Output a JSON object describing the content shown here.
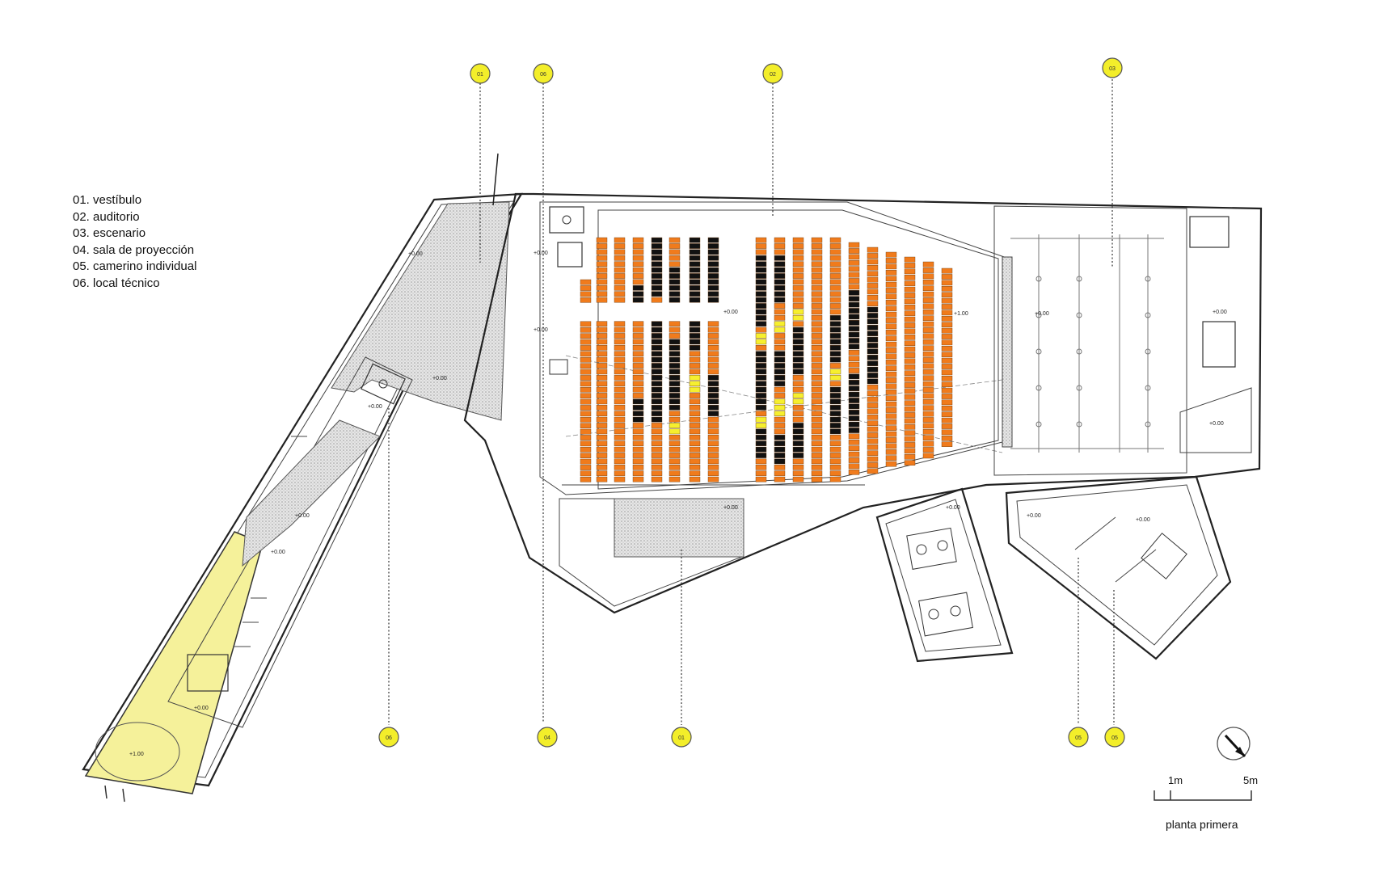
{
  "legend": [
    "01. vestíbulo",
    "02. auditorio",
    "03. escenario",
    "04. sala de proyección",
    "05. camerino individual",
    "06. local técnico"
  ],
  "scale": {
    "small_label": "1m",
    "large_label": "5m"
  },
  "caption": "planta primera",
  "colors": {
    "marker": "#f3ee2a",
    "seat_orange": "#f07b1c",
    "seat_black": "#111111",
    "seat_yellow": "#f6ef2e",
    "highlight_yellow": "#f5f19a",
    "wall": "#222222"
  },
  "markers_top": [
    "01",
    "06",
    "02",
    "03"
  ],
  "markers_bottom": [
    "06",
    "04",
    "01",
    "05",
    "05"
  ],
  "north_arrow": "north-arrow-icon"
}
